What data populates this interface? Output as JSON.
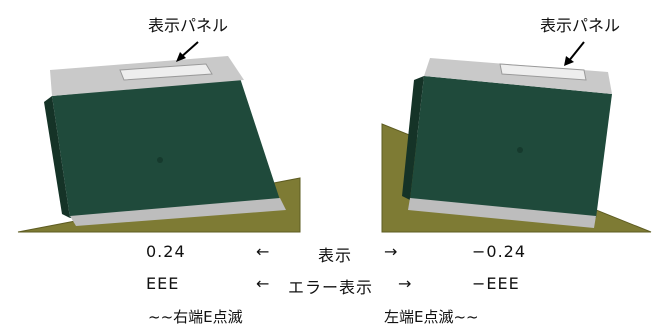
{
  "left_photo": {
    "callout": "表示パネル"
  },
  "right_photo": {
    "callout": "表示パネル"
  },
  "row1": {
    "left_value": "0.24",
    "arrow_left": "←",
    "label": "表示",
    "arrow_right": "→",
    "right_value": "−0.24"
  },
  "row2": {
    "left_value": "EEE",
    "arrow_left": "←",
    "label": "エラー表示",
    "arrow_right": "→",
    "right_value": "−EEE"
  },
  "notes": {
    "left": "~~右端E点滅",
    "right": "左端E点滅~~"
  },
  "colors": {
    "device_body": "#1f4a3b",
    "device_top": "#c9c9c9",
    "panel_window": "#eeeeee",
    "ramp": "#7e7b34",
    "ramp_edge": "#5e5c22"
  },
  "icons": [
    "callout-arrow-icon",
    "left-arrow-icon",
    "right-arrow-icon"
  ]
}
